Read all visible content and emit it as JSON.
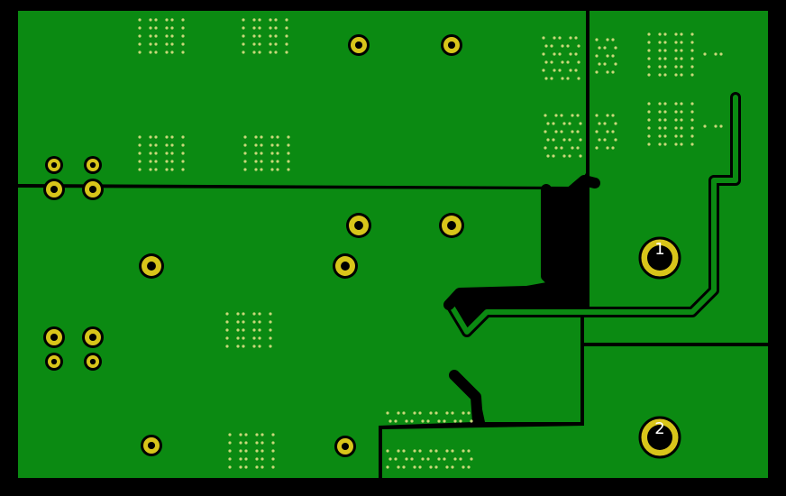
{
  "board": {
    "copper_color": "#0b8a12",
    "gap_color": "#000000",
    "pad_ring_color": "#d8c51a",
    "drill_color": "#000000",
    "via_dot_color": "#c9d87a"
  },
  "pads": [
    {
      "name": "pad-1",
      "label": "1"
    },
    {
      "name": "pad-2",
      "label": "2"
    }
  ]
}
